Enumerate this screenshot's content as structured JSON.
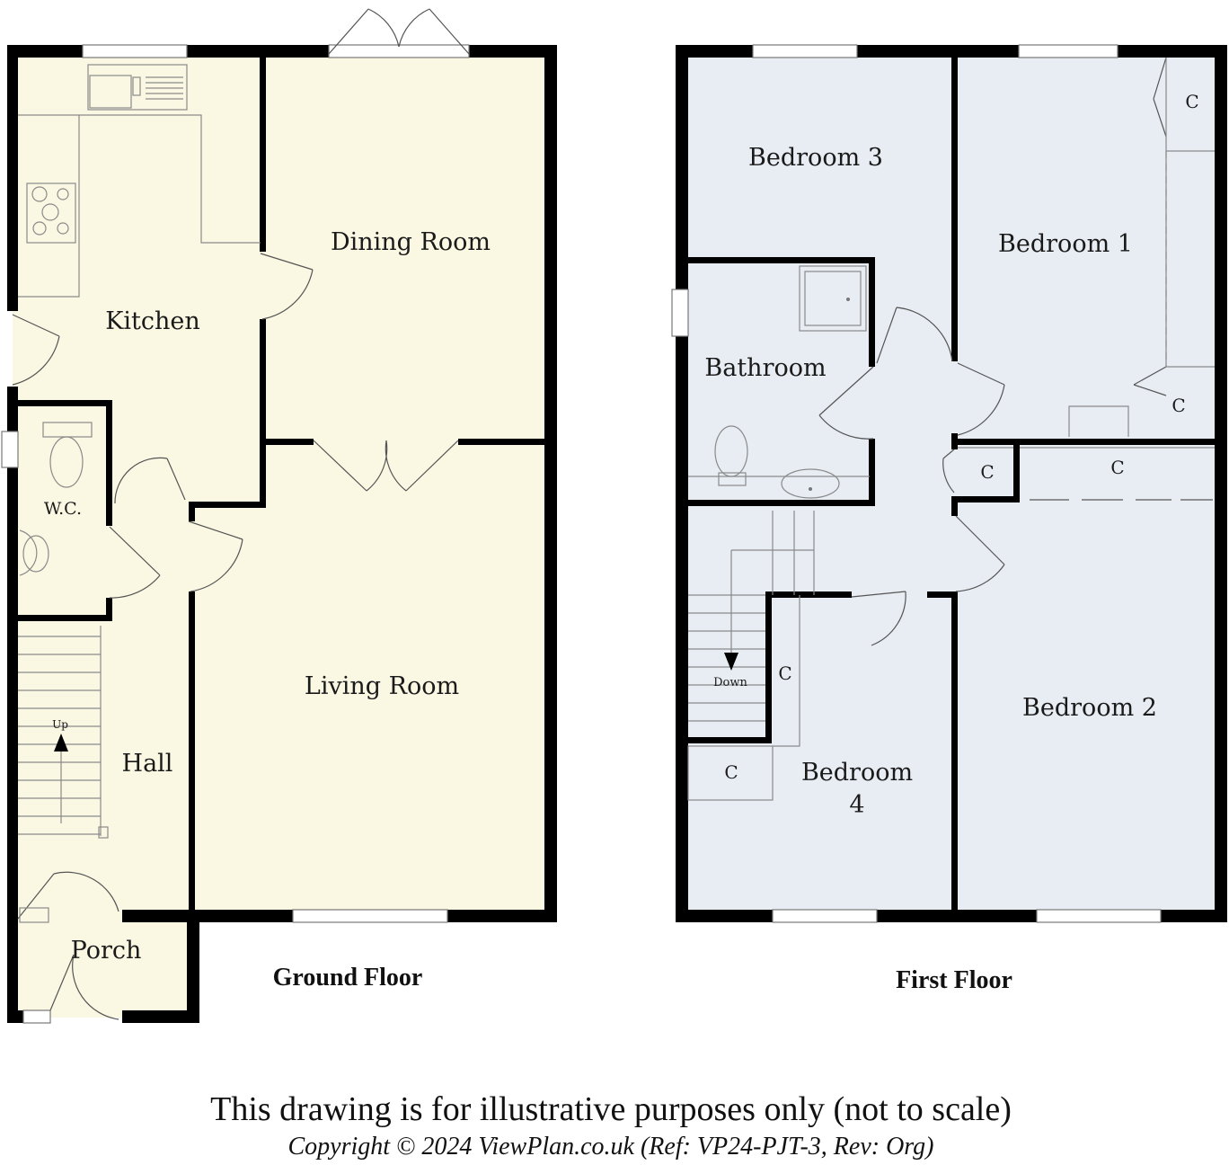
{
  "colors": {
    "ground_floor_fill": "#faf8e3",
    "first_floor_fill": "#e8ecf3",
    "walls": "#000000"
  },
  "ground_floor": {
    "title": "Ground Floor",
    "rooms": {
      "kitchen": "Kitchen",
      "dining_room": "Dining Room",
      "wc": "W.C.",
      "living_room": "Living Room",
      "hall": "Hall",
      "porch": "Porch"
    },
    "stairs_label": "Up"
  },
  "first_floor": {
    "title": "First Floor",
    "rooms": {
      "bedroom3": "Bedroom 3",
      "bedroom1": "Bedroom 1",
      "bathroom": "Bathroom",
      "bedroom2": "Bedroom 2",
      "bedroom4_line1": "Bedroom",
      "bedroom4_line2": "4"
    },
    "cupboard_label": "C",
    "stairs_label": "Down"
  },
  "footer": {
    "disclaimer": "This drawing is for illustrative purposes only (not to scale)",
    "copyright": "Copyright © 2024 ViewPlan.co.uk  (Ref: VP24-PJT-3,  Rev: Org)"
  }
}
